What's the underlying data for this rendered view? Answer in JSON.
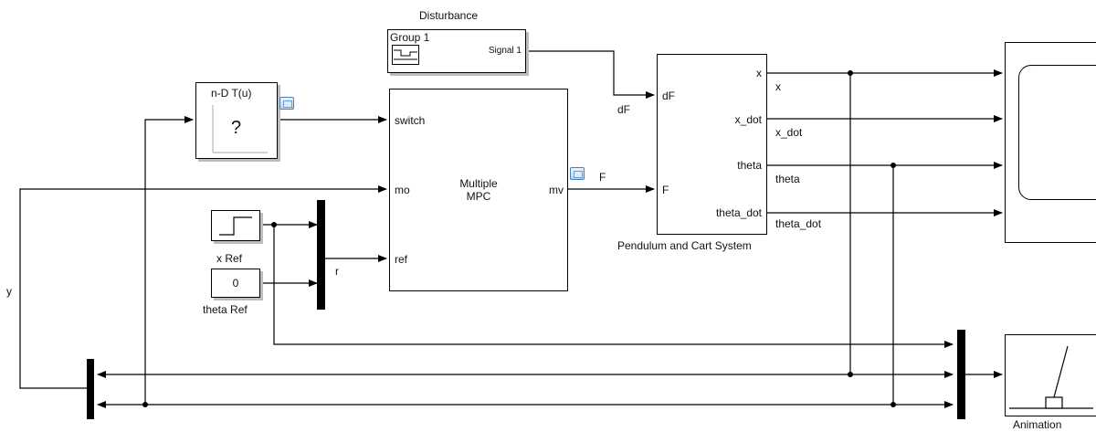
{
  "blocks": {
    "disturbance": {
      "title": "Disturbance",
      "group": "Group 1",
      "signal": "Signal 1"
    },
    "lookup": {
      "label": "n-D T(u)",
      "glyph": "?"
    },
    "mpc": {
      "name_line1": "Multiple",
      "name_line2": "MPC",
      "port_switch": "switch",
      "port_mo": "mo",
      "port_ref": "ref",
      "port_mv": "mv"
    },
    "plant": {
      "name": "Pendulum and Cart System",
      "in_dF": "dF",
      "in_F": "F",
      "out_x": "x",
      "out_x_dot": "x_dot",
      "out_theta": "theta",
      "out_theta_dot": "theta_dot"
    },
    "xref": {
      "name": "x Ref"
    },
    "thetaref": {
      "name": "theta Ref",
      "value": "0"
    },
    "animation": {
      "name": "Animation"
    }
  },
  "signals": {
    "dF": "dF",
    "F": "F",
    "r": "r",
    "y": "y",
    "x": "x",
    "x_dot": "x_dot",
    "theta": "theta",
    "theta_dot": "theta_dot"
  },
  "colors": {
    "line": "#000000",
    "display_icon": "#4a7fb8",
    "scope_shadow": "#bdbdbd"
  }
}
